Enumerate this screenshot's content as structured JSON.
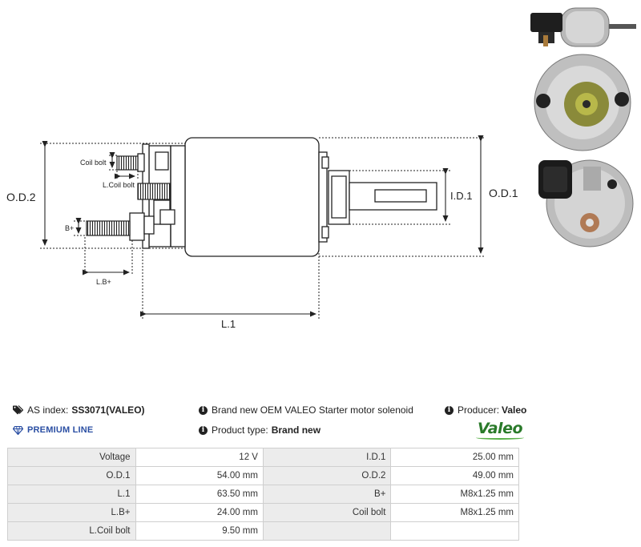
{
  "diagram": {
    "labels": {
      "od2": "O.D.2",
      "od1": "O.D.1",
      "id1": "I.D.1",
      "l1": "L.1",
      "coil_bolt": "Coil bolt",
      "l_coil_bolt": "L.Coil bolt",
      "b_plus": "B+",
      "lb_plus": "L.B+"
    }
  },
  "info": {
    "as_index_label": "AS index:",
    "as_index_value": "SS3071(VALEO)",
    "description": "Brand new OEM VALEO Starter motor solenoid",
    "producer_label": "Producer:",
    "producer_value": "Valeo",
    "premium_line": "PREMIUM LINE",
    "product_type_label": "Product type:",
    "product_type_value": "Brand new",
    "logo_text": "Valeo"
  },
  "specs": [
    [
      "Voltage",
      "12 V",
      "I.D.1",
      "25.00 mm"
    ],
    [
      "O.D.1",
      "54.00 mm",
      "O.D.2",
      "49.00 mm"
    ],
    [
      "L.1",
      "63.50 mm",
      "B+",
      "M8x1.25 mm"
    ],
    [
      "L.B+",
      "24.00 mm",
      "Coil bolt",
      "M8x1.25 mm"
    ],
    [
      "L.Coil bolt",
      "9.50 mm",
      "",
      ""
    ]
  ],
  "colors": {
    "accent_blue": "#2b4fa3",
    "valeo_green": "#2a7a2a"
  },
  "icons": [
    "tag-icon",
    "info-icon",
    "diamond-icon"
  ]
}
